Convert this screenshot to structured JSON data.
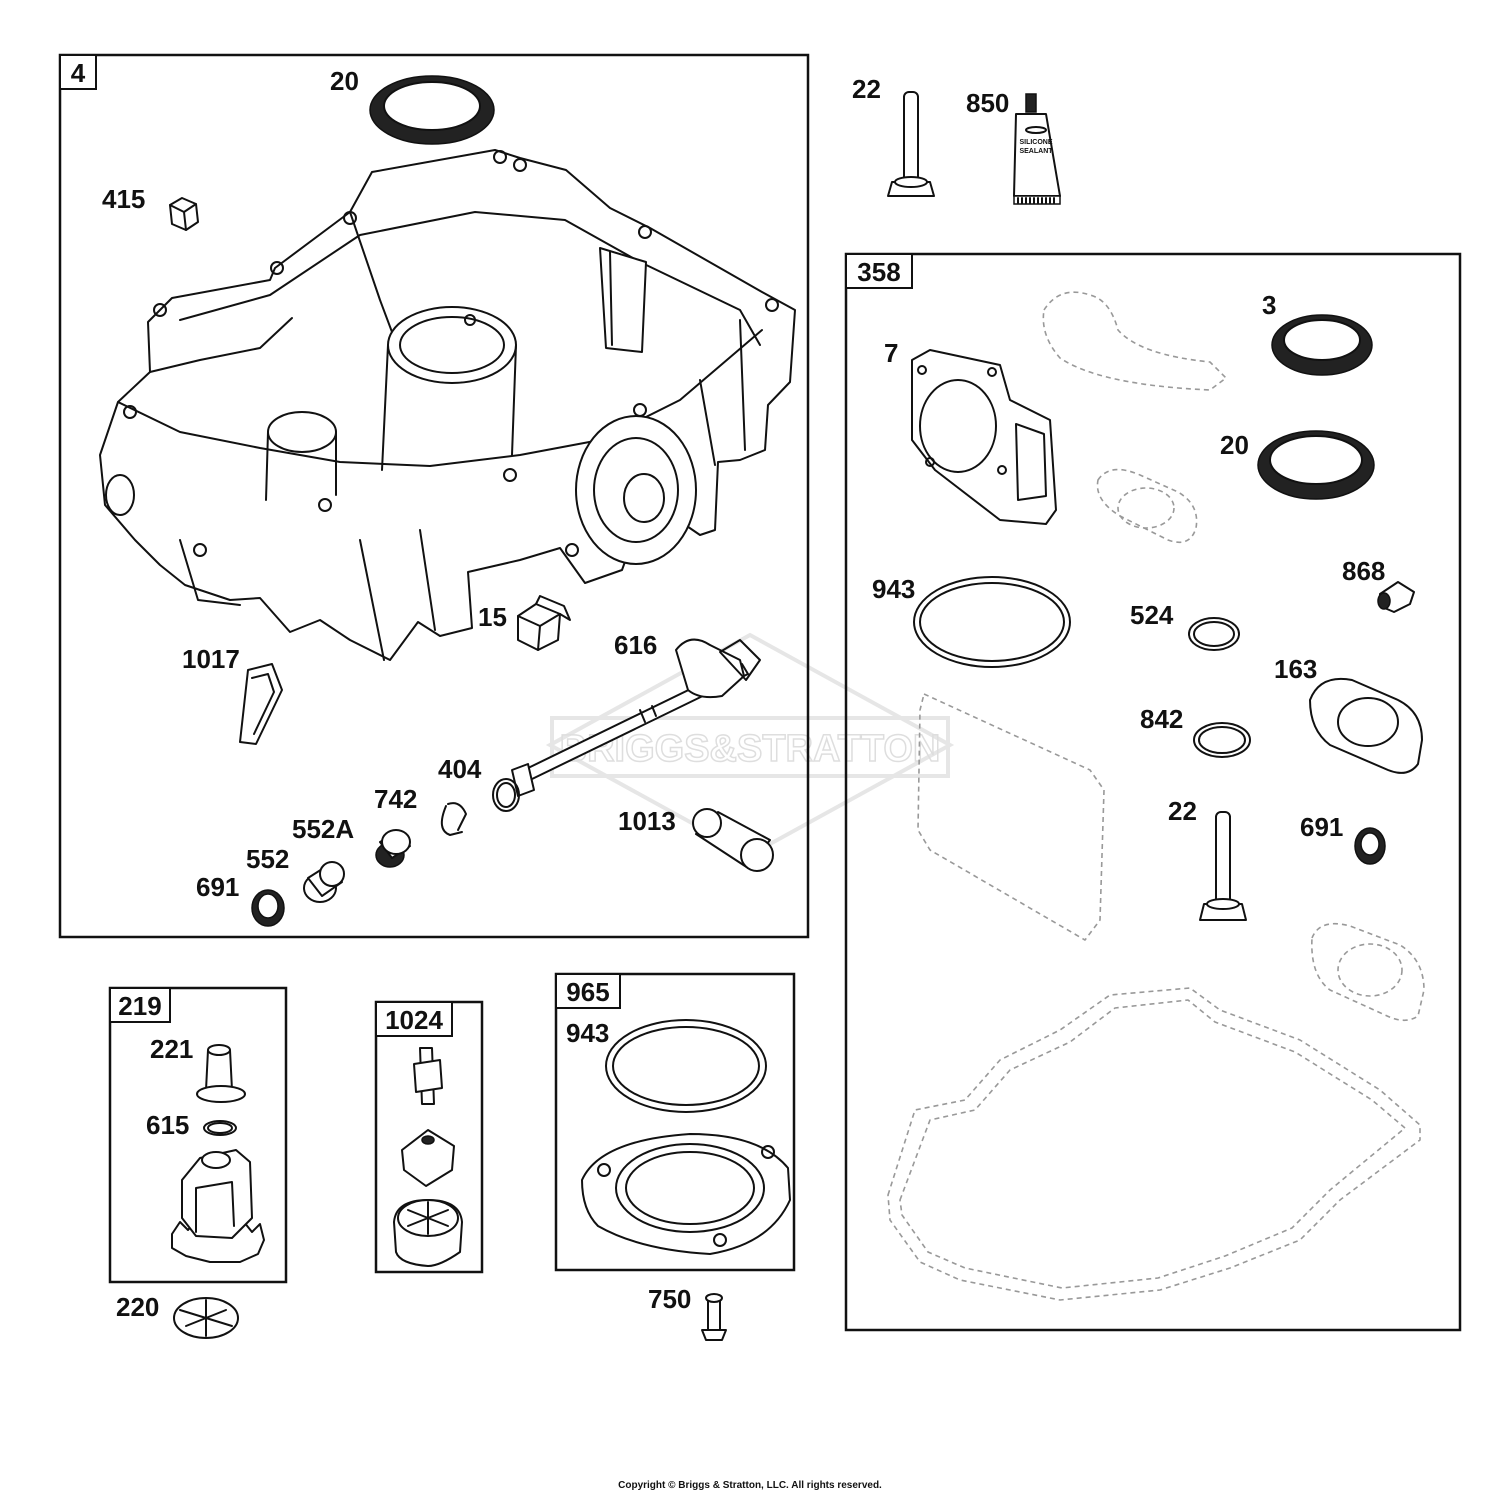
{
  "watermark": "BRIGGS&STRATTON",
  "copyright": "Copyright © Briggs & Stratton, LLC. All rights reserved.",
  "groups": {
    "g4": "4",
    "g358": "358",
    "g219": "219",
    "g1024": "1024",
    "g965": "965"
  },
  "tube_text": [
    "SILICONE",
    "SEALANT"
  ],
  "labels": {
    "sump_seal": "20",
    "sump_plug_small": "415",
    "oil_plug": "15",
    "filter_1017": "1017",
    "shaft_616": "616",
    "ring_404": "404",
    "clip_742": "742",
    "bush_552a": "552A",
    "bush_552": "552",
    "seal_691_sump": "691",
    "sleeve_1013": "1013",
    "screw_22_top": "22",
    "sealant_850": "850",
    "gk_seal_3": "3",
    "gk_gasket_7": "7",
    "gk_seal_20": "20",
    "gk_plug_868": "868",
    "gk_oring_943": "943",
    "gk_oring_524": "524",
    "gk_gasket_163": "163",
    "gk_oring_842": "842",
    "gk_screw_22": "22",
    "gk_seal_691": "691",
    "pump_221": "221",
    "pump_615": "615",
    "pump_220": "220",
    "kit_943": "943",
    "screw_750": "750"
  }
}
